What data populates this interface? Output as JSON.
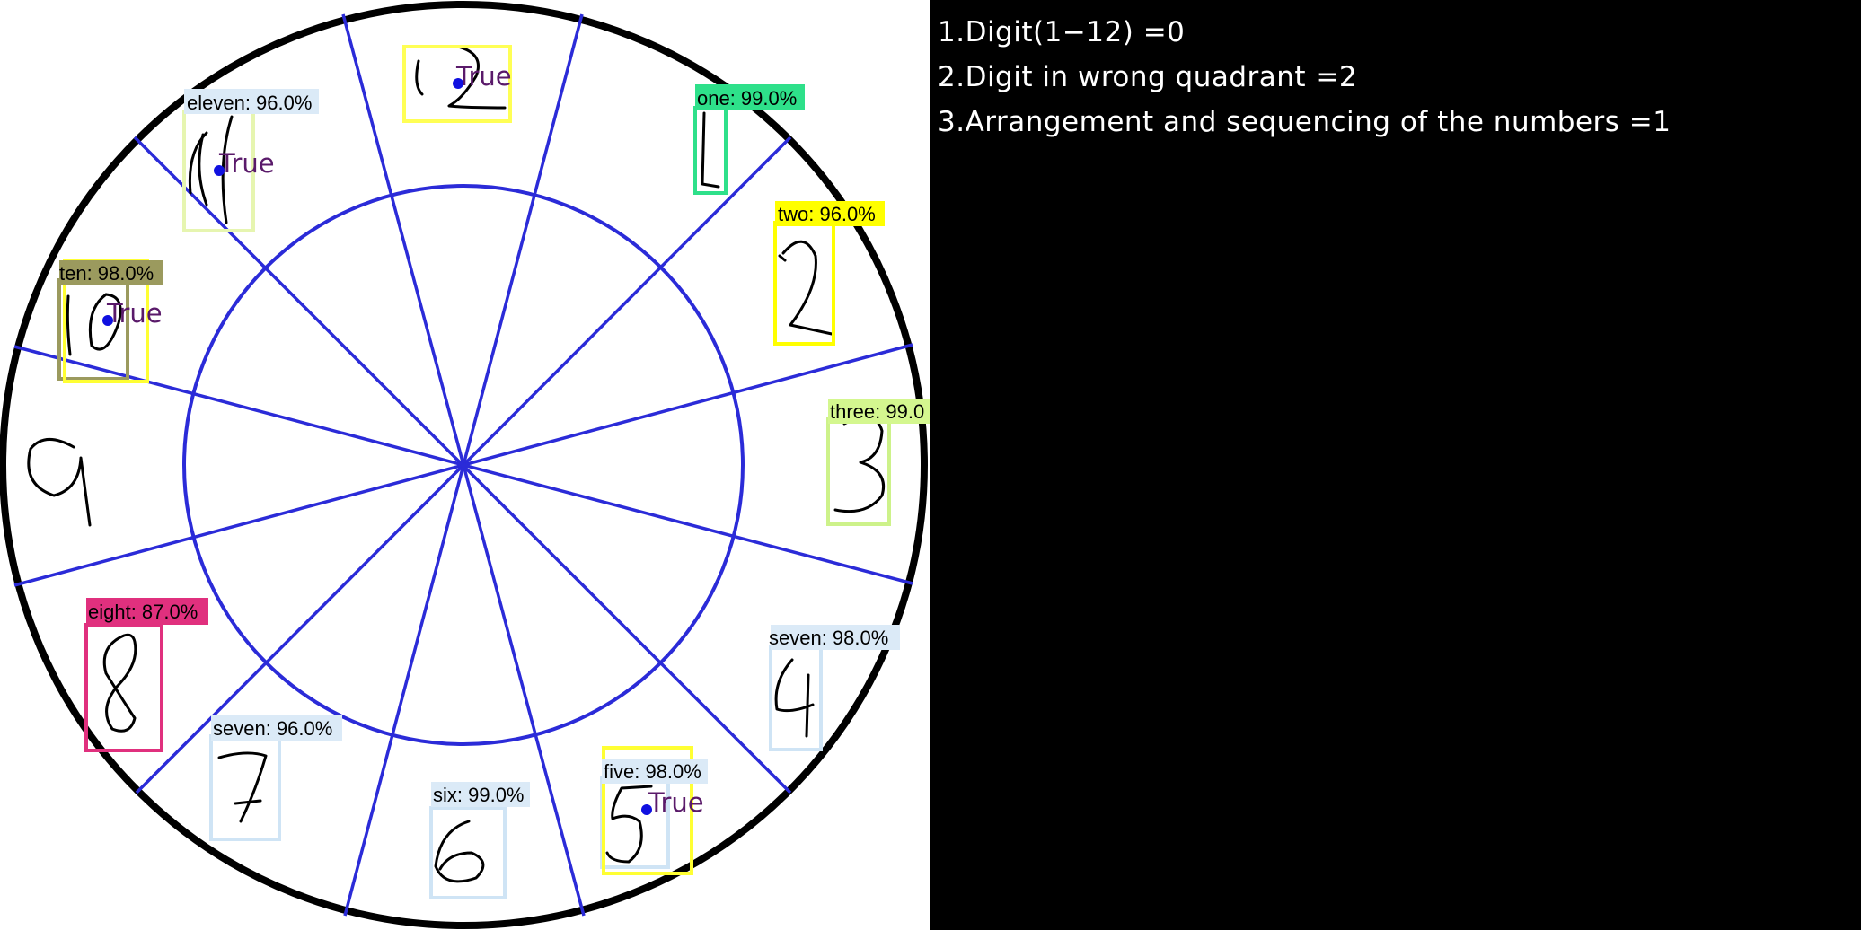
{
  "score": {
    "lines": [
      "1.Digit(1−12) =0",
      "2.Digit in wrong quadrant =2",
      "3.Arrangement and sequencing of the numbers =1"
    ]
  },
  "colors": {
    "clock_outline": "#000000",
    "guide_lines": "#2b2bd8",
    "true_text": "#5a1a6a",
    "center_dot": "#1010e0",
    "ink": "#000000"
  },
  "detections": [
    {
      "label": "eleven: 96.0%",
      "color": "#dbeaf7",
      "border": "#e6f5b0",
      "true": "True"
    },
    {
      "label": "one: 99.0%",
      "color": "#2ee08a",
      "border": "#2ee08a",
      "true": ""
    },
    {
      "label": "two: 96.0%",
      "color": "#ffff00",
      "border": "#ffff00",
      "true": ""
    },
    {
      "label": "ten: 98.0%",
      "color": "#9b9a5e",
      "border": "#ffff33",
      "true": "True"
    },
    {
      "label": "three: 99.0",
      "color": "#d4f78f",
      "border": "#cdf28a",
      "true": ""
    },
    {
      "label": "seven: 98.0%",
      "color": "#dbeaf7",
      "border": "#cfe4f5",
      "true": ""
    },
    {
      "label": "eight: 87.0%",
      "color": "#e0307e",
      "border": "#e0307e",
      "true": ""
    },
    {
      "label": "seven: 96.0%",
      "color": "#dbeaf7",
      "border": "#cfe4f5",
      "true": ""
    },
    {
      "label": "six: 99.0%",
      "color": "#dbeaf7",
      "border": "#cfe4f5",
      "true": ""
    },
    {
      "label": "five: 98.0%",
      "color": "#dbeaf7",
      "border": "#ffff33",
      "true": "True"
    },
    {
      "label": "",
      "color": "",
      "border": "#ffff55",
      "true": "True"
    }
  ]
}
